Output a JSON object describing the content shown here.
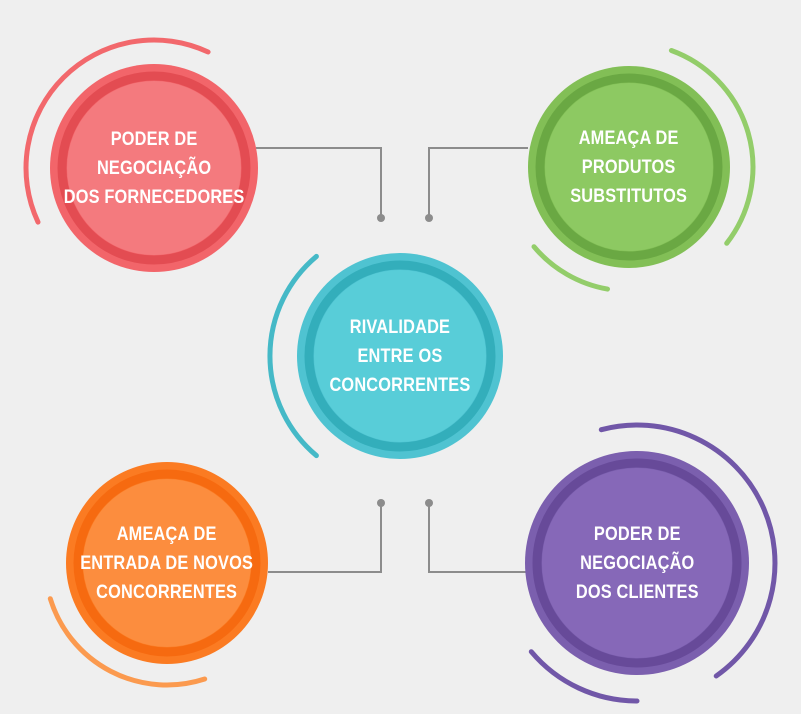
{
  "nodes": {
    "center": {
      "lines": [
        "RIVALIDADE",
        "ENTRE OS",
        "CONCORRENTES"
      ],
      "color": "#4fc3d1",
      "inner": "#58cdd8",
      "ring": "#33aebb",
      "arc": "#45b9c7"
    },
    "suppliers": {
      "lines": [
        "PODER DE",
        "NEGOCIAÇÃO",
        "DOS FORNECEDORES"
      ],
      "color": "#f2656a",
      "inner": "#f47a7e",
      "ring": "#e34c52",
      "arc": "#f2686c"
    },
    "substitutes": {
      "lines": [
        "AMEAÇA DE",
        "PRODUTOS",
        "SUBSTITUTOS"
      ],
      "color": "#82bf56",
      "inner": "#8dc962",
      "ring": "#6aa843",
      "arc": "#93cd6a"
    },
    "new_entrants": {
      "lines": [
        "AMEAÇA DE",
        "ENTRADA DE NOVOS",
        "CONCORRENTES"
      ],
      "color": "#fb7b22",
      "inner": "#fc8d3e",
      "ring": "#f66a10",
      "arc": "#fb9a4f"
    },
    "clients": {
      "lines": [
        "PODER DE",
        "NEGOCIAÇÃO",
        "DOS CLIENTES"
      ],
      "color": "#7b5fae",
      "inner": "#8668b8",
      "ring": "#674a99",
      "arc": "#7157a8"
    }
  },
  "connector_color": "#8c8c8c"
}
